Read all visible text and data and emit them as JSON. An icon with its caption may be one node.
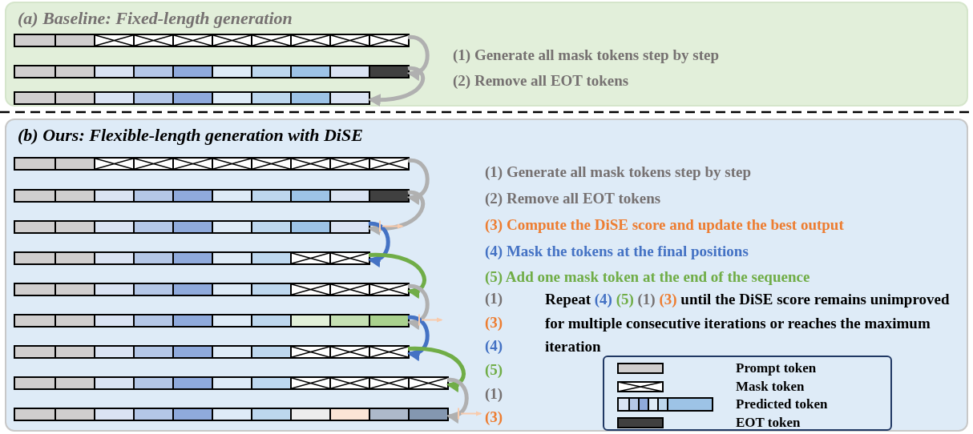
{
  "diagram": {
    "nodes": [
      {
        "text": [
          "(a) Baseline: Fixed-length generation"
        ]
      },
      {
        "text": [],
        "shape": "bar",
        "in": 0
      },
      {
        "text": [],
        "shape": "bar",
        "in": 0
      },
      {
        "text": [],
        "shape": "bar",
        "in": 0
      },
      {
        "text": [
          "(b) Ours: Flexible-length generation with DiSE"
        ]
      },
      {
        "text": [],
        "shape": "bar",
        "in": 4
      },
      {
        "text": [],
        "shape": "bar",
        "in": 4
      },
      {
        "text": [],
        "shape": "bar",
        "in": 4
      },
      {
        "text": [],
        "shape": "bar",
        "in": 4
      },
      {
        "text": [],
        "shape": "bar",
        "in": 4
      },
      {
        "text": [],
        "shape": "bar",
        "in": 4
      },
      {
        "text": [],
        "shape": "bar",
        "in": 4
      },
      {
        "text": [],
        "shape": "bar",
        "in": 4
      },
      {
        "text": [],
        "shape": "bar",
        "in": 4
      }
    ],
    "edges": [
      {
        "from": 1,
        "to": 2,
        "arrow": "to"
      },
      {
        "from": 2,
        "to": 3,
        "arrow": "to"
      },
      {
        "from": 5,
        "to": 6,
        "arrow": "to"
      },
      {
        "from": 6,
        "to": 7,
        "arrow": "to"
      },
      {
        "from": 7,
        "to": 8,
        "arrow": "to",
        "color": "#4472c4"
      },
      {
        "from": 8,
        "to": 9,
        "arrow": "to",
        "color": "#70ad47"
      },
      {
        "from": 9,
        "to": 10,
        "arrow": "to"
      },
      {
        "from": 10,
        "to": 11,
        "arrow": "to",
        "color": "#4472c4"
      },
      {
        "from": 11,
        "to": 12,
        "arrow": "to",
        "color": "#70ad47"
      },
      {
        "from": 12,
        "to": 13,
        "arrow": "to"
      }
    ],
    "labels": [
      "(1) Generate all mask tokens step by step",
      "(2) Remove all EOT tokens",
      "(1) Generate all mask tokens step by step",
      "(2) Remove all EOT tokens",
      "(3) Compute the DiSE score and update the best output",
      "(4) Mask the tokens at the final positions",
      "(5) Add one mask token at the end of the sequence",
      "(1)",
      "(3)",
      "(4)",
      "(5)",
      "(1)",
      "(3)",
      "Repeat",
      "(4)",
      "(5)",
      "(1)",
      "(3)",
      "until the DiSE score remains unimproved for multiple consecutive iterations or reaches the maximum iteration"
    ],
    "legend": [
      {
        "text": "Prompt token",
        "color": "#d0cece"
      },
      {
        "text": "Mask token"
      },
      {
        "text": "Predicted token"
      },
      {
        "text": "EOT token",
        "color": "#404040"
      }
    ]
  }
}
